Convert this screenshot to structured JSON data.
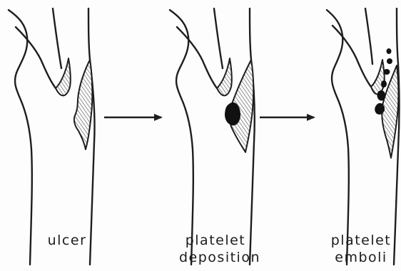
{
  "panels": [
    {
      "id": "ulcer",
      "caption_lines": [
        "ulcer"
      ]
    },
    {
      "id": "platelet-deposition",
      "caption_lines": [
        "platelet",
        "deposition"
      ]
    },
    {
      "id": "platelet-emboli",
      "caption_lines": [
        "platelet",
        "emboli"
      ]
    }
  ],
  "colors": {
    "line": "#1e1e1e",
    "hatch": "#555555",
    "thrombus": "#111111",
    "background": "#fdfdfd"
  }
}
